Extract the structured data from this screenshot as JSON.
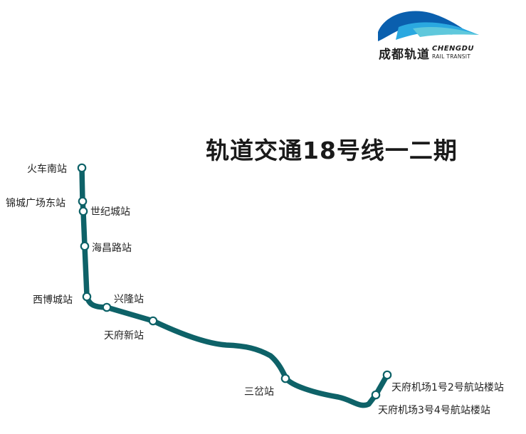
{
  "colors": {
    "line": "#0e6268",
    "station_fill": "#ffffff",
    "logo_blue_dark": "#0a5fae",
    "logo_blue_light": "#2aa8e0",
    "logo_cyan": "#5fc8dc",
    "text": "#222222"
  },
  "logo": {
    "name_cn": "成都轨道",
    "name_en_line1": "CHENGDU",
    "name_en_line2": "RAIL TRANSIT",
    "icon": "chengdu-rail-logo-icon"
  },
  "title": "轨道交通18号线一二期",
  "stations": [
    {
      "name": "火车南站"
    },
    {
      "name": "锦城广场东站"
    },
    {
      "name": "世纪城站"
    },
    {
      "name": "海昌路站"
    },
    {
      "name": "西博城站"
    },
    {
      "name": "兴隆站"
    },
    {
      "name": "天府新站"
    },
    {
      "name": "三岔站"
    },
    {
      "name": "天府机场3号4号航站楼站"
    },
    {
      "name": "天府机场1号2号航站楼站"
    }
  ]
}
